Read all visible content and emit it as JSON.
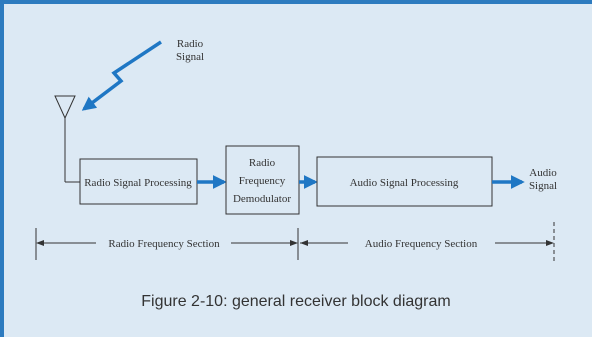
{
  "colors": {
    "background": "#dce9f4",
    "border": "#2d7bbf",
    "arrow_blue": "#1f77c4",
    "line": "#333333"
  },
  "antenna": {
    "signal_label": [
      "Radio",
      "Signal"
    ]
  },
  "blocks": {
    "radio_processing": "Radio Signal Processing",
    "demodulator": [
      "Radio",
      "Frequency",
      "Demodulator"
    ],
    "audio_processing": "Audio Signal Processing"
  },
  "output": {
    "label": [
      "Audio",
      "Signal"
    ]
  },
  "sections": {
    "radio": "Radio Frequency Section",
    "audio": "Audio Frequency Section"
  },
  "caption": "Figure 2-10: general receiver block diagram"
}
